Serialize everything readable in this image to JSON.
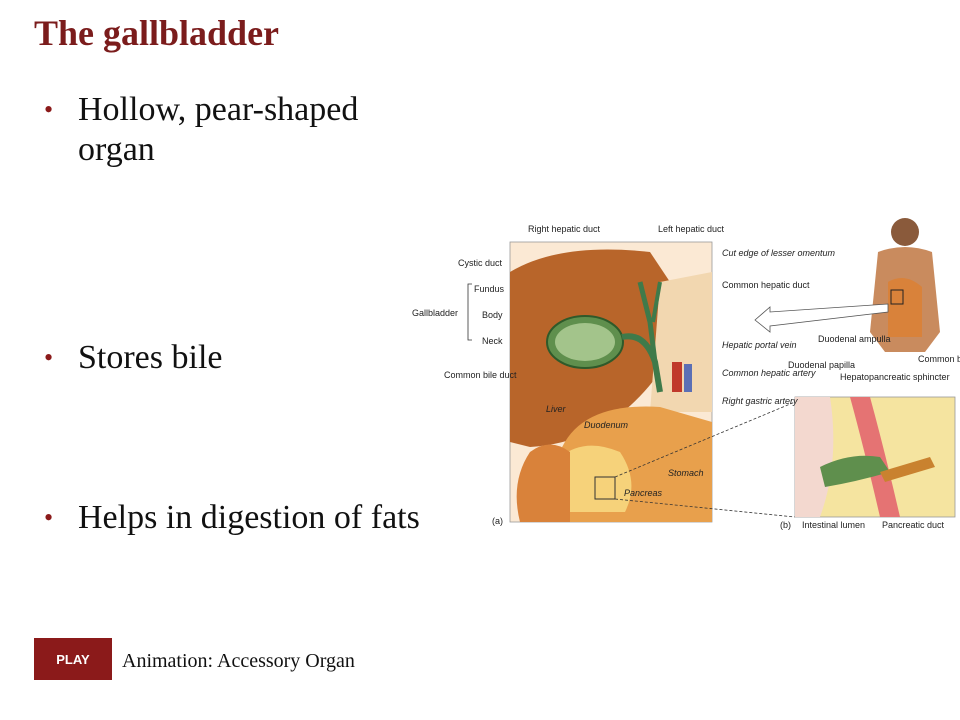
{
  "slide": {
    "title": "The gallbladder",
    "bullets": [
      "Hollow, pear-shaped organ",
      "Stores bile",
      "Helps in digestion of fats"
    ]
  },
  "play_button": {
    "label": "PLAY"
  },
  "animation_label": "Animation: Accessory Organ",
  "figure": {
    "labels": {
      "right_hepatic_duct": "Right hepatic duct",
      "left_hepatic_duct": "Left hepatic duct",
      "cystic_duct": "Cystic duct",
      "cut_edge": "Cut edge of lesser omentum",
      "fundus": "Fundus",
      "gallbladder": "Gallbladder",
      "body": "Body",
      "common_hepatic_duct": "Common hepatic duct",
      "neck": "Neck",
      "hepatic_portal_vein": "Hepatic portal vein",
      "common_bile_duct": "Common bile duct",
      "common_hepatic_artery": "Common hepatic artery",
      "right_gastric_artery": "Right gastric artery",
      "liver": "Liver",
      "duodenum": "Duodenum",
      "stomach": "Stomach",
      "pancreas": "Pancreas",
      "panel_a": "(a)",
      "panel_b": "(b)",
      "duodenal_ampulla": "Duodenal ampulla",
      "duodenal_papilla": "Duodenal papilla",
      "hepatopancreatic_sphincter": "Hepatopancreatic sphincter",
      "common_bile_duct_b": "Common bile duct",
      "intestinal_lumen": "Intestinal lumen",
      "pancreatic_duct": "Pancreatic duct"
    }
  }
}
